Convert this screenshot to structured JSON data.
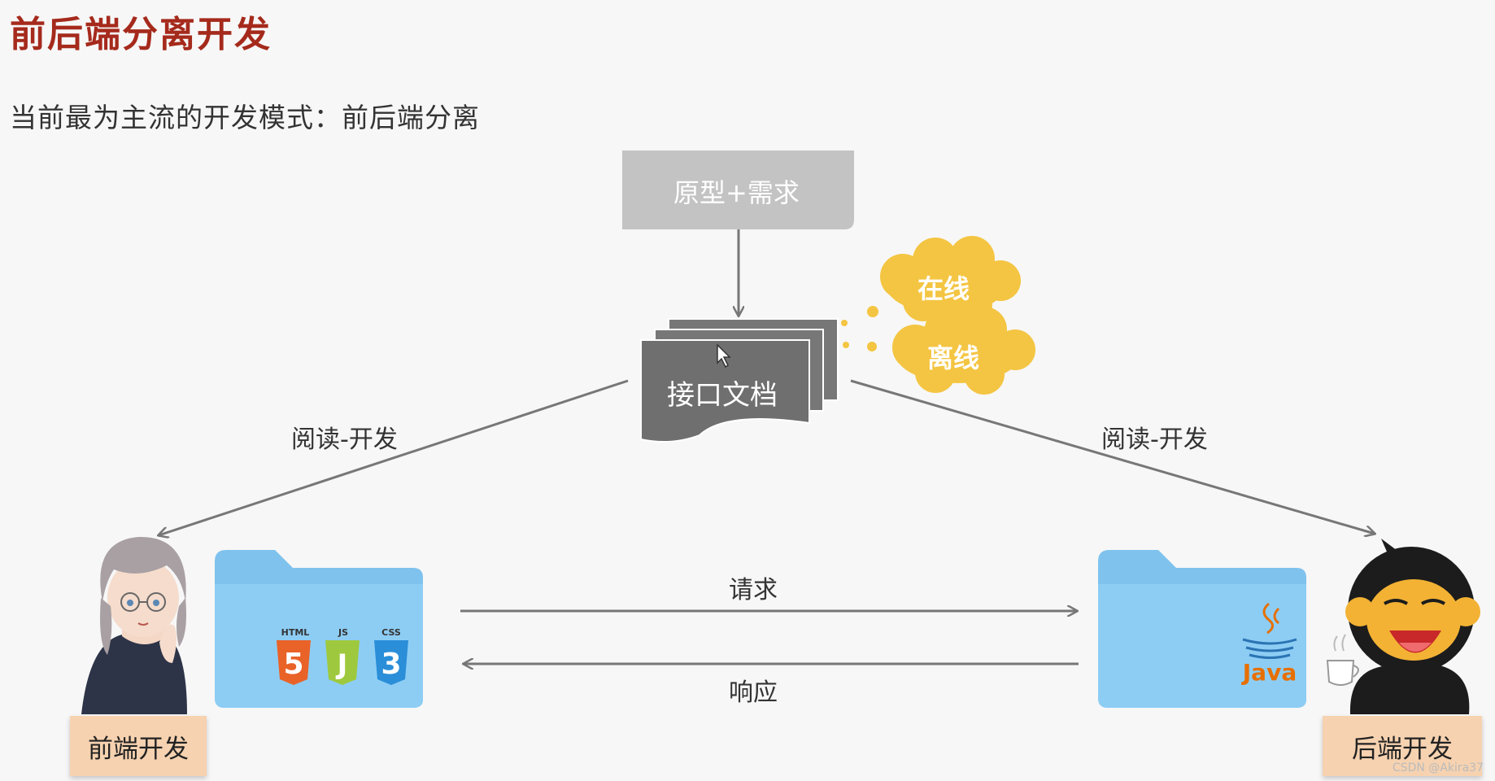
{
  "title": "前后端分离开发",
  "subtitle": "当前最为主流的开发模式：前后端分离",
  "prototype": "原型+需求",
  "api_doc": "接口文档",
  "cloud_online": "在线",
  "cloud_offline": "离线",
  "read_dev_left": "阅读-开发",
  "read_dev_right": "阅读-开发",
  "request": "请求",
  "response": "响应",
  "frontend": "前端开发",
  "backend": "后端开发",
  "badges": {
    "html": "HTML",
    "js": "JS",
    "css": "CSS"
  },
  "java": "Java",
  "watermark": "CSDN @Akira37"
}
